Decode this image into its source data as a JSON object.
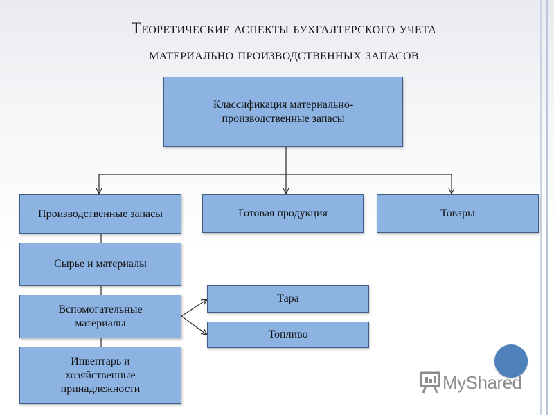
{
  "title": {
    "line1": "Теоретические аспекты бухгалтерского учета",
    "line2": "материально производственных запасов"
  },
  "nodes": {
    "root": "Классификация материально-производственные запасы",
    "production_stocks": "Производственные запасы",
    "finished_goods": "Готовая продукция",
    "goods": "Товары",
    "raw_materials": "Сырье и материалы",
    "auxiliary_materials": "Вспомогательные материалы",
    "containers": "Тара",
    "fuel": "Топливо",
    "inventory": "Инвентарь и хозяйственные принадлежности"
  },
  "watermark": {
    "text": "MyShared",
    "icon": "presentation-board-icon"
  },
  "colors": {
    "box_fill": "#8db3e2",
    "box_border": "#3d5f8a",
    "accent_circle": "#4f81bd",
    "right_band_1": "#c9d3e3",
    "right_band_2": "#b9c6db"
  }
}
